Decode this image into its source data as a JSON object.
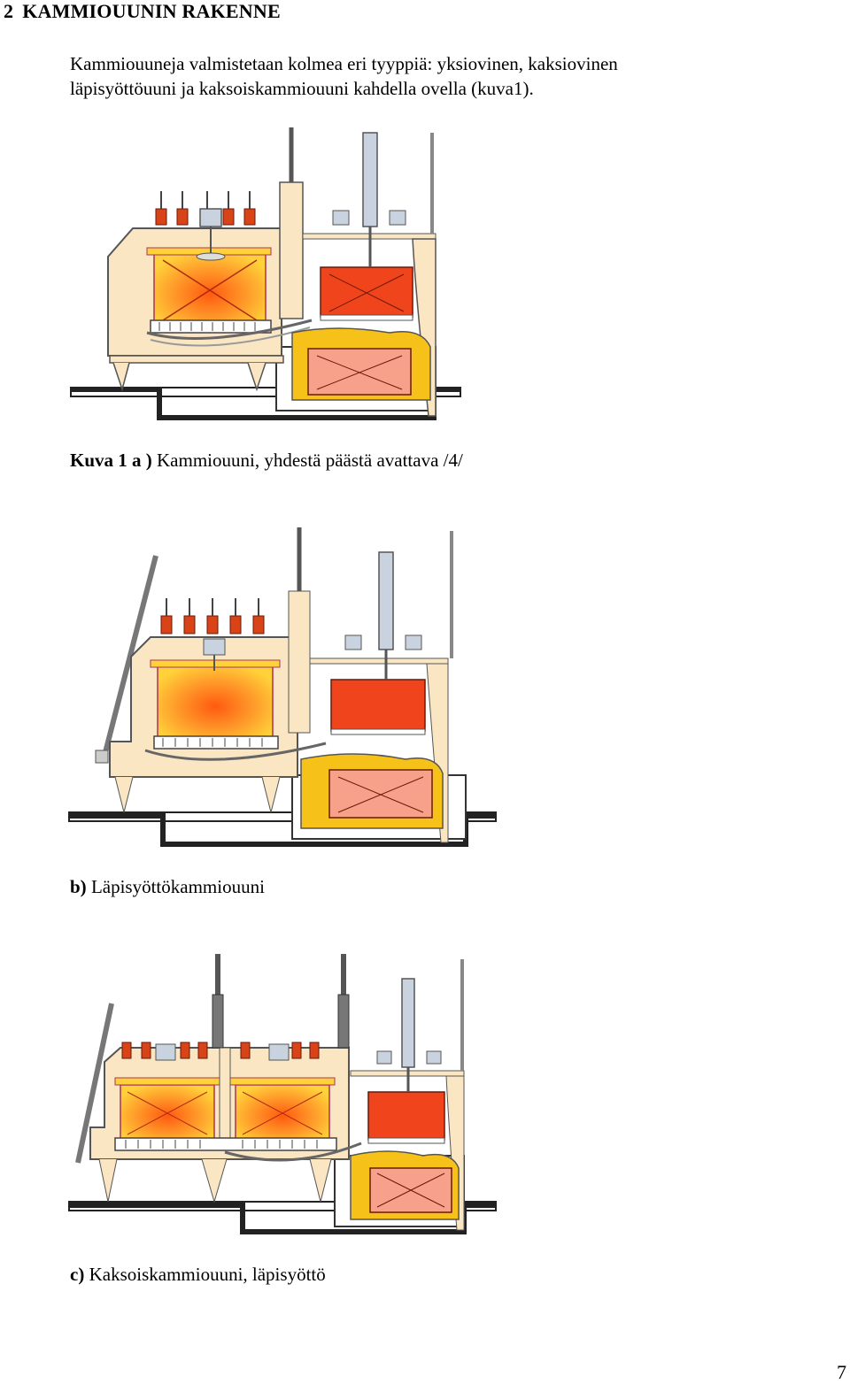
{
  "heading": {
    "number": "2",
    "title": "KAMMIOUUNIN RAKENNE"
  },
  "intro": {
    "line1": "Kammiouuneja valmistetaan kolmea eri tyyppiä: yksiovinen, kaksiovinen",
    "line2": "läpisyöttöuuni ja kaksoiskammiouuni kahdella ovella (kuva1)."
  },
  "figures": {
    "a": {
      "label": "Kuva 1  a )",
      "caption": " Kammiouuni, yhdestä päästä avattava /4/"
    },
    "b": {
      "label": "b)",
      "caption": " Läpisyöttökammiouuni"
    },
    "c": {
      "label": "c)",
      "caption": " Kaksoiskammiouuni, läpisyöttö"
    }
  },
  "page_number": "7",
  "colors": {
    "furnace_body": "#fbe6c4",
    "hot_core": "#ff7a1a",
    "hot_glow": "#ffd23a",
    "quench_red": "#f0441c",
    "quench_pink": "#f7a08a",
    "oil_yellow": "#f6c21a",
    "outline": "#444444",
    "ground": "#222222",
    "cylinder": "#c9d3e0",
    "burner": "#d84318"
  }
}
